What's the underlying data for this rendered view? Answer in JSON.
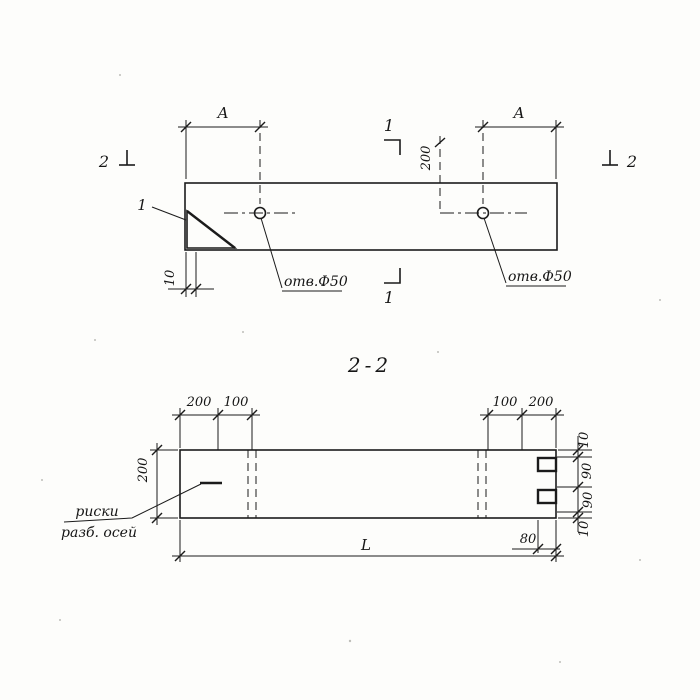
{
  "drawing": {
    "title": "2-2",
    "plan_view": {
      "section1_top": "1",
      "section1_bottom": "1",
      "section2_left": "2",
      "section2_right": "2",
      "dim_a_left": "A",
      "dim_a_right": "A",
      "dim_offset_200": "200",
      "dim_edge_10": "10",
      "detail_mark": "1",
      "hole_label_left": "отв.Ф50",
      "hole_label_right": "отв.Ф50"
    },
    "section_view": {
      "dim_top_left_200": "200",
      "dim_top_left_100": "100",
      "dim_top_right_100": "100",
      "dim_top_right_200": "200",
      "dim_height_200": "200",
      "dim_right_10_top": "10",
      "dim_right_90_top": "90",
      "dim_right_90_bottom": "90",
      "dim_right_10_bottom": "10",
      "dim_length": "L",
      "dim_80": "80",
      "axis_note_line1": "риски",
      "axis_note_line2": "разб. осей"
    }
  }
}
